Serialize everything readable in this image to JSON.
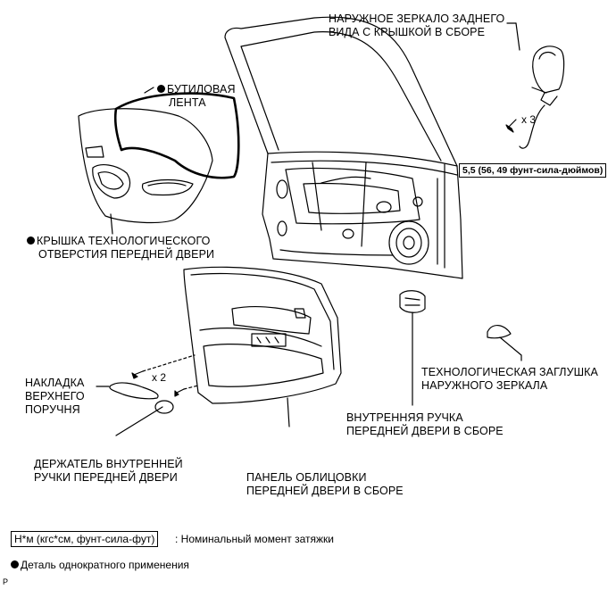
{
  "labels": {
    "mirror": [
      "НАРУЖНОЕ ЗЕРКАЛО ЗАДНЕГО",
      "ВИДА С КРЫШКОЙ В СБОРЕ"
    ],
    "butyl_tape": [
      "БУТИЛОВАЯ",
      "ЛЕНТА"
    ],
    "hole_cover": [
      "КРЫШКА ТЕХНОЛОГИЧЕСКОГО",
      "ОТВЕРСТИЯ ПЕРЕДНЕЙ ДВЕРИ"
    ],
    "upper_armrest": [
      "НАКЛАДКА",
      "ВЕРХНЕГО",
      "ПОРУЧНЯ"
    ],
    "inner_handle_bezel": [
      "ДЕРЖАТЕЛЬ ВНУТРЕННЕЙ",
      "РУЧКИ ПЕРЕДНЕЙ ДВЕРИ"
    ],
    "trim_panel": [
      "ПАНЕЛЬ ОБЛИЦОВКИ",
      "ПЕРЕДНЕЙ ДВЕРИ В СБОРЕ"
    ],
    "inner_handle": [
      "ВНУТРЕННЯЯ РУЧКА",
      "ПЕРЕДНЕЙ ДВЕРИ В СБОРЕ"
    ],
    "mirror_plug": [
      "ТЕХНОЛОГИЧЕСКАЯ ЗАГЛУШКА",
      "НАРУЖНОГО ЗЕРКАЛА"
    ]
  },
  "torque_spec": "5,5 (56, 49 фунт-сила-дюймов)",
  "multipliers": {
    "mirror_bolts": "x 3",
    "armrest_screws": "x 2"
  },
  "legend": {
    "torque_units": "Н*м (кгс*см, фунт-сила-фут)",
    "torque_desc": ": Номинальный момент затяжки",
    "single_use": "Деталь однократного применения"
  },
  "corner_mark": "P"
}
